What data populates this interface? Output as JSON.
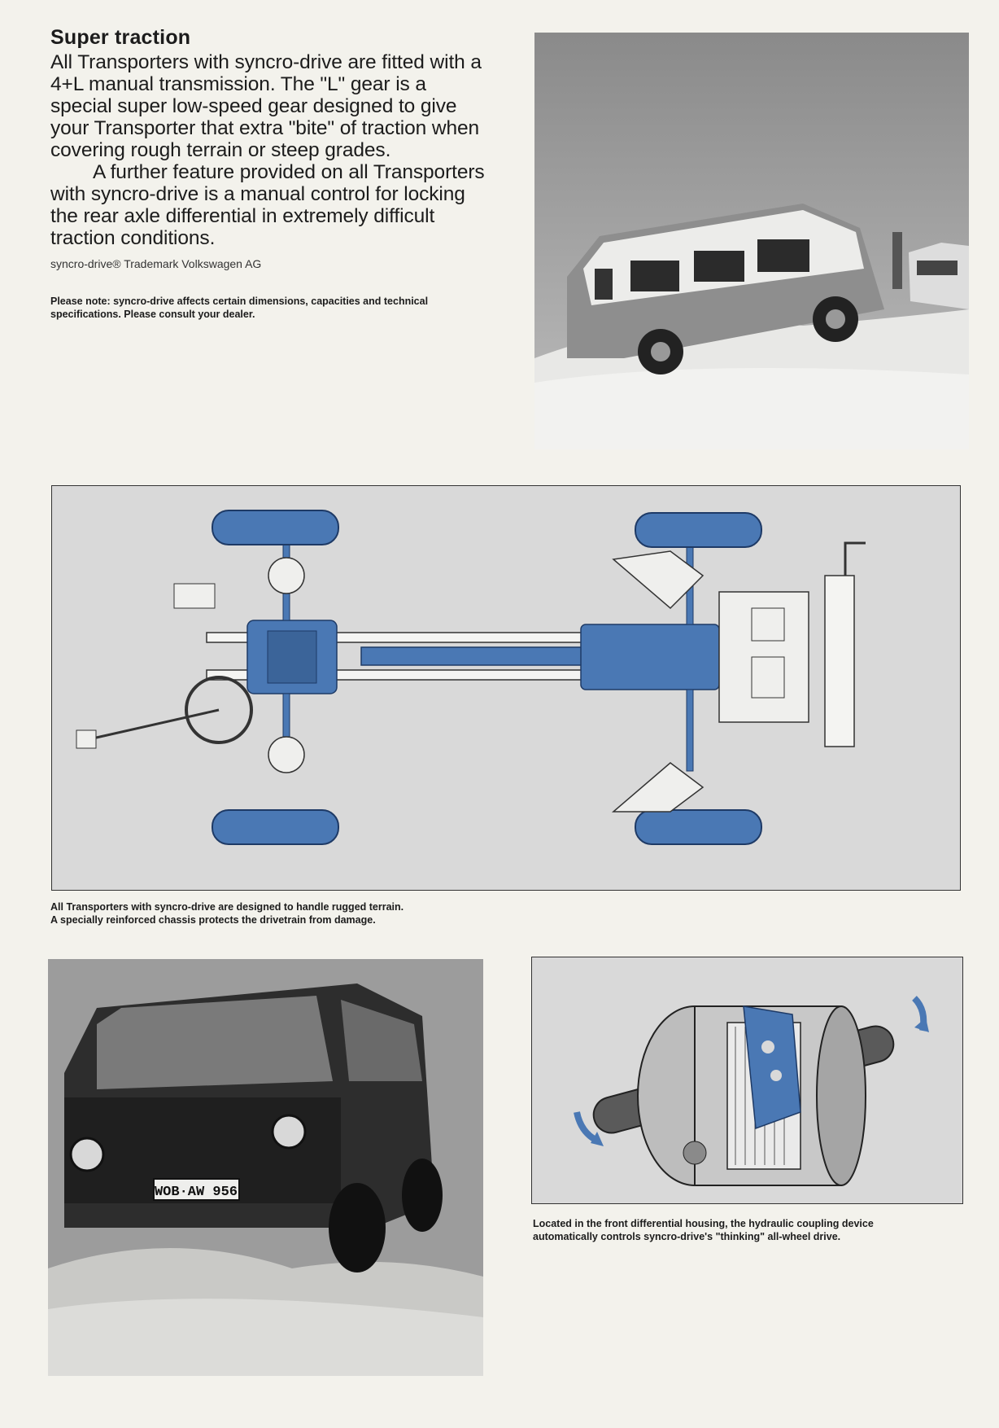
{
  "intro": {
    "heading": "Super traction",
    "paragraph_1": "All Transporters with syncro-drive are fitted with a 4+L manual transmission. The \"L\" gear is a special super low-speed gear designed to give your Transporter that extra \"bite\" of traction when covering rough terrain or steep grades.",
    "paragraph_2": "A further feature provided on all Transporters with syncro-drive is a manual control for locking the rear axle differential in extremely difficult traction conditions.",
    "trademark": "syncro-drive® Trademark Volkswagen AG",
    "note": "Please note: syncro-drive affects certain dimensions, capacities and technical specifications. Please consult your dealer."
  },
  "chassis_caption": {
    "line_1": "All Transporters with syncro-drive are designed to handle rugged terrain.",
    "line_2": "A specially reinforced chassis protects the drivetrain from damage."
  },
  "coupling_caption": {
    "line_1": "Located in the front differential housing, the hydraulic coupling device",
    "line_2": "automatically controls syncro-drive's \"thinking\" all-wheel drive."
  },
  "van_photo_bottom": {
    "license_plate": "WOB·AW 956"
  },
  "colors": {
    "accent_blue": "#4a78b4",
    "page_bg": "#f3f2ec",
    "diagram_bg": "#d9d9d9"
  }
}
